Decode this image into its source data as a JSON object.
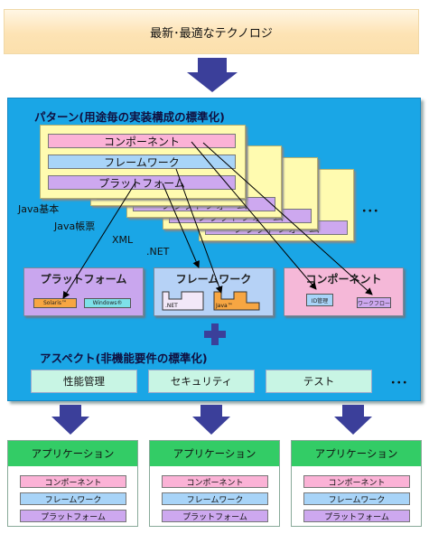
{
  "header": {
    "title": "最新･最適なテクノロジ"
  },
  "pattern": {
    "title": "パターン(用途毎の実装構成の標準化)",
    "layers": [
      "コンポーネント",
      "フレームワーク",
      "プラットフォーム"
    ],
    "back_text": "プラットフォーム",
    "stack_labels": [
      "Java基本",
      "Java帳票",
      "XML",
      ".NET"
    ],
    "ellipsis": "･･･"
  },
  "boxes": {
    "platform": {
      "title": "プラットフォーム",
      "chips": [
        "Solaris™",
        "Windows®"
      ]
    },
    "framework": {
      "title": "フレームワーク",
      "chips": [
        ".NET",
        "Java™"
      ]
    },
    "component": {
      "title": "コンポーネント",
      "chips": [
        "ID管理",
        "ワークフロー"
      ]
    }
  },
  "aspect": {
    "title": "アスペクト(非機能要件の標準化)",
    "items": [
      "性能管理",
      "セキュリティ",
      "テスト"
    ],
    "ellipsis": "･･･"
  },
  "apps": [
    {
      "title": "アプリケーション",
      "layers": [
        "コンポーネント",
        "フレームワーク",
        "プラットフォーム"
      ]
    },
    {
      "title": "アプリケーション",
      "layers": [
        "コンポーネント",
        "フレームワーク",
        "プラットフォーム"
      ]
    },
    {
      "title": "アプリケーション",
      "layers": [
        "コンポーネント",
        "フレームワーク",
        "プラットフォーム"
      ]
    }
  ],
  "colors": {
    "panel": "#1aa6e6",
    "card": "#fffbb0",
    "component": "#fbb2d6",
    "framework": "#a8d4f8",
    "platform": "#cda8ef",
    "arrow": "#3b3f9a",
    "app_header": "#33cc66"
  }
}
